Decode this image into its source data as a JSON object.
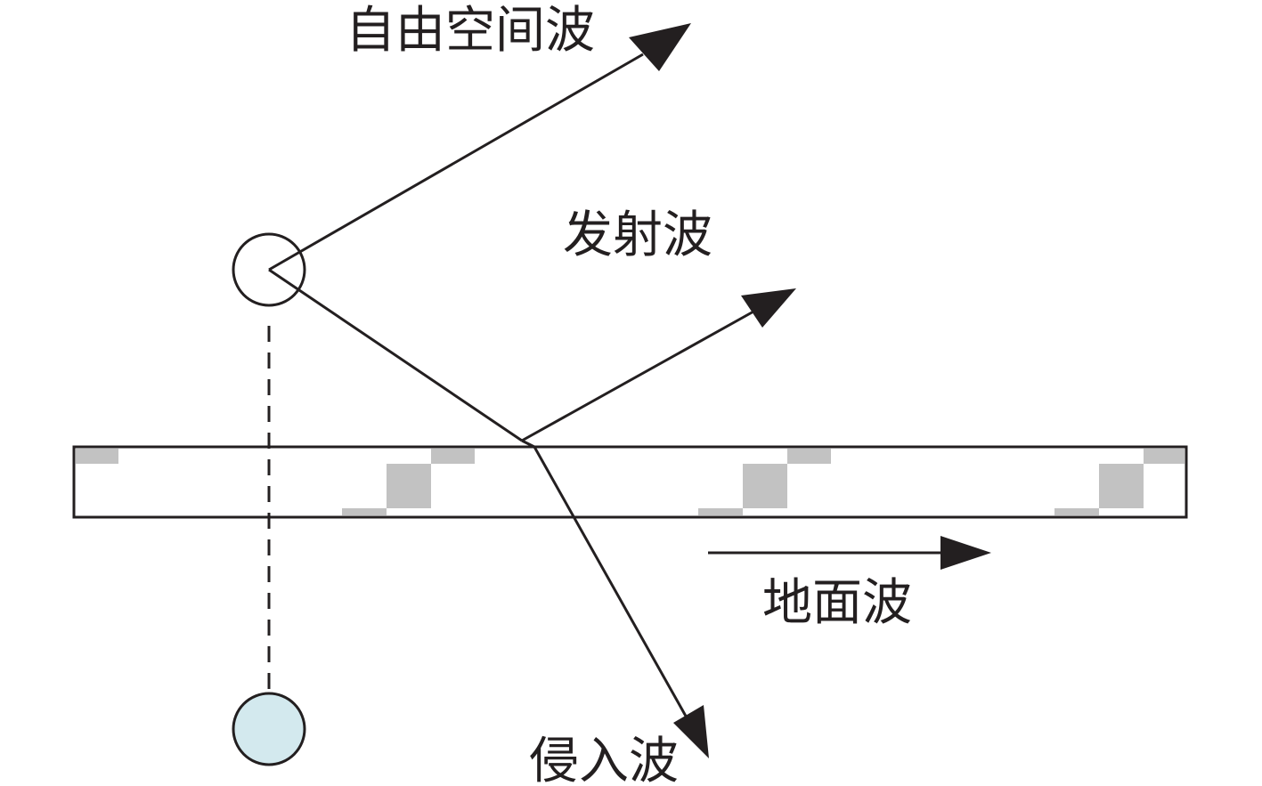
{
  "labels": {
    "free_space_wave": "自由空间波",
    "reflected_wave": "发射波",
    "ground_wave": "地面波",
    "intrusion_wave": "侵入波"
  },
  "colors": {
    "stroke": "#231f20",
    "layer_pattern": "#c2c2c2",
    "receiver_fill": "#d3e9ee",
    "background": "#ffffff"
  }
}
